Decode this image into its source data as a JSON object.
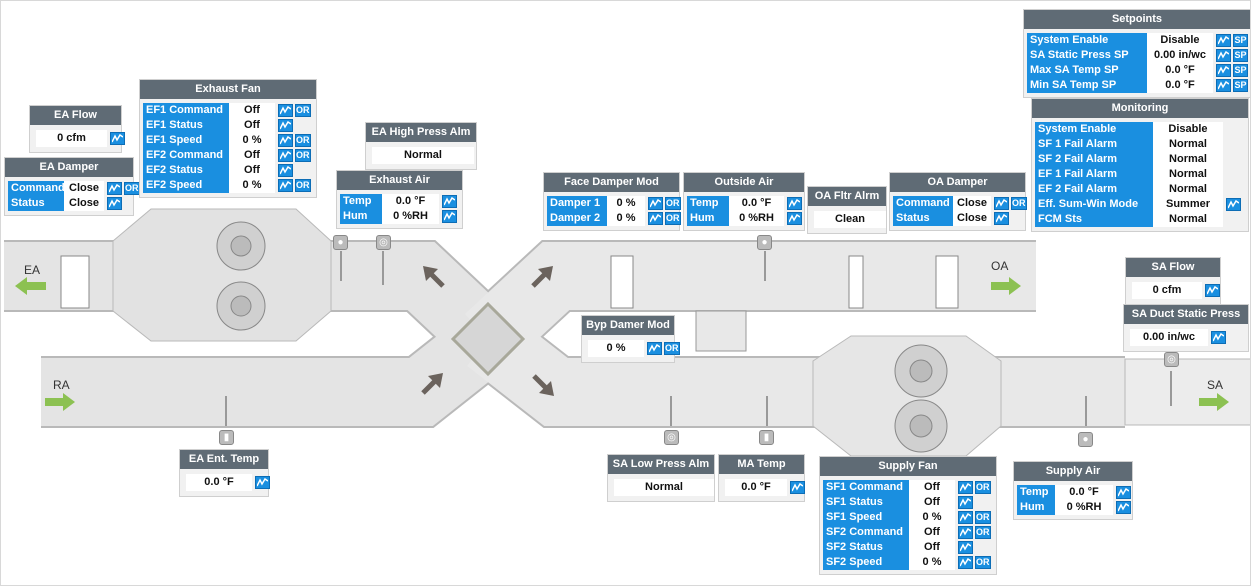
{
  "colors": {
    "header": "#5f6b75",
    "label": "#1a8fe0",
    "duct": "#e3e3e3",
    "arrow_flow": "#8cc152",
    "arrow_dir": "#6b635d"
  },
  "duct_labels": {
    "ea": "EA",
    "oa": "OA",
    "ra": "RA",
    "sa": "SA"
  },
  "buttons": {
    "trend": "trend-icon",
    "override": "OR",
    "setpoint": "SP"
  },
  "panels": [
    {
      "id": "setpoints",
      "title": "Setpoints",
      "rows": [
        {
          "label": "System Enable",
          "value": "Disable",
          "trend": true,
          "btn": "SP"
        },
        {
          "label": "SA Static Press SP",
          "value": "0.00 in/wc",
          "trend": true,
          "btn": "SP"
        },
        {
          "label": "Max SA Temp SP",
          "value": "0.0 °F",
          "trend": true,
          "btn": "SP"
        },
        {
          "label": "Min SA Temp SP",
          "value": "0.0 °F",
          "trend": true,
          "btn": "SP"
        }
      ]
    },
    {
      "id": "monitoring",
      "title": "Monitoring",
      "rows": [
        {
          "label": "System Enable",
          "value": "Disable"
        },
        {
          "label": "SF 1 Fail Alarm",
          "value": "Normal"
        },
        {
          "label": "SF 2 Fail Alarm",
          "value": "Normal"
        },
        {
          "label": "EF 1 Fail Alarm",
          "value": "Normal"
        },
        {
          "label": "EF 2 Fail Alarm",
          "value": "Normal"
        },
        {
          "label": "Eff. Sum-Win Mode",
          "value": "Summer",
          "trend": true
        },
        {
          "label": "FCM Sts",
          "value": "Normal"
        }
      ]
    },
    {
      "id": "ea_flow",
      "title": "EA Flow",
      "single": "0 cfm",
      "trend": true
    },
    {
      "id": "ea_damper",
      "title": "EA Damper",
      "rows": [
        {
          "label": "Command",
          "value": "Close",
          "trend": true,
          "btn": "OR"
        },
        {
          "label": "Status",
          "value": "Close",
          "trend": true
        }
      ]
    },
    {
      "id": "exhaust_fan",
      "title": "Exhaust Fan",
      "rows": [
        {
          "label": "EF1 Command",
          "value": "Off",
          "trend": true,
          "btn": "OR"
        },
        {
          "label": "EF1 Status",
          "value": "Off",
          "trend": true
        },
        {
          "label": "EF1 Speed",
          "value": "0 %",
          "trend": true,
          "btn": "OR"
        },
        {
          "label": "EF2 Command",
          "value": "Off",
          "trend": true,
          "btn": "OR"
        },
        {
          "label": "EF2 Status",
          "value": "Off",
          "trend": true
        },
        {
          "label": "EF2 Speed",
          "value": "0 %",
          "trend": true,
          "btn": "OR"
        }
      ]
    },
    {
      "id": "ea_high_press",
      "title": "EA High Press Alm",
      "single": "Normal"
    },
    {
      "id": "exhaust_air",
      "title": "Exhaust Air",
      "rows": [
        {
          "label": "Temp",
          "value": "0.0 °F",
          "trend": true
        },
        {
          "label": "Hum",
          "value": "0 %RH",
          "trend": true
        }
      ]
    },
    {
      "id": "face_damper",
      "title": "Face Damper Mod",
      "rows": [
        {
          "label": "Damper 1",
          "value": "0 %",
          "trend": true,
          "btn": "OR"
        },
        {
          "label": "Damper 2",
          "value": "0 %",
          "trend": true,
          "btn": "OR"
        }
      ]
    },
    {
      "id": "outside_air",
      "title": "Outside Air",
      "rows": [
        {
          "label": "Temp",
          "value": "0.0 °F",
          "trend": true
        },
        {
          "label": "Hum",
          "value": "0 %RH",
          "trend": true
        }
      ]
    },
    {
      "id": "oa_filter",
      "title": "OA Fltr Alrm",
      "single": "Clean"
    },
    {
      "id": "oa_damper",
      "title": "OA Damper",
      "rows": [
        {
          "label": "Command",
          "value": "Close",
          "trend": true,
          "btn": "OR"
        },
        {
          "label": "Status",
          "value": "Close",
          "trend": true
        }
      ]
    },
    {
      "id": "sa_flow",
      "title": "SA Flow",
      "single": "0 cfm",
      "trend": true
    },
    {
      "id": "sa_duct_static",
      "title": "SA Duct Static Press",
      "single": "0.00 in/wc",
      "trend": true
    },
    {
      "id": "byp_damper",
      "title": "Byp Damer Mod",
      "single": "0 %",
      "trend": true,
      "btn": "OR"
    },
    {
      "id": "ea_ent_temp",
      "title": "EA Ent. Temp",
      "single": "0.0 °F",
      "trend": true
    },
    {
      "id": "sa_low_press",
      "title": "SA Low Press Alm",
      "single": "Normal"
    },
    {
      "id": "ma_temp",
      "title": "MA Temp",
      "single": "0.0 °F",
      "trend": true
    },
    {
      "id": "supply_fan",
      "title": "Supply Fan",
      "rows": [
        {
          "label": "SF1 Command",
          "value": "Off",
          "trend": true,
          "btn": "OR"
        },
        {
          "label": "SF1 Status",
          "value": "Off",
          "trend": true
        },
        {
          "label": "SF1 Speed",
          "value": "0 %",
          "trend": true,
          "btn": "OR"
        },
        {
          "label": "SF2 Command",
          "value": "Off",
          "trend": true,
          "btn": "OR"
        },
        {
          "label": "SF2 Status",
          "value": "Off",
          "trend": true
        },
        {
          "label": "SF2 Speed",
          "value": "0 %",
          "trend": true,
          "btn": "OR"
        }
      ]
    },
    {
      "id": "supply_air",
      "title": "Supply Air",
      "rows": [
        {
          "label": "Temp",
          "value": "0.0 °F",
          "trend": true
        },
        {
          "label": "Hum",
          "value": "0 %RH",
          "trend": true
        }
      ]
    }
  ]
}
